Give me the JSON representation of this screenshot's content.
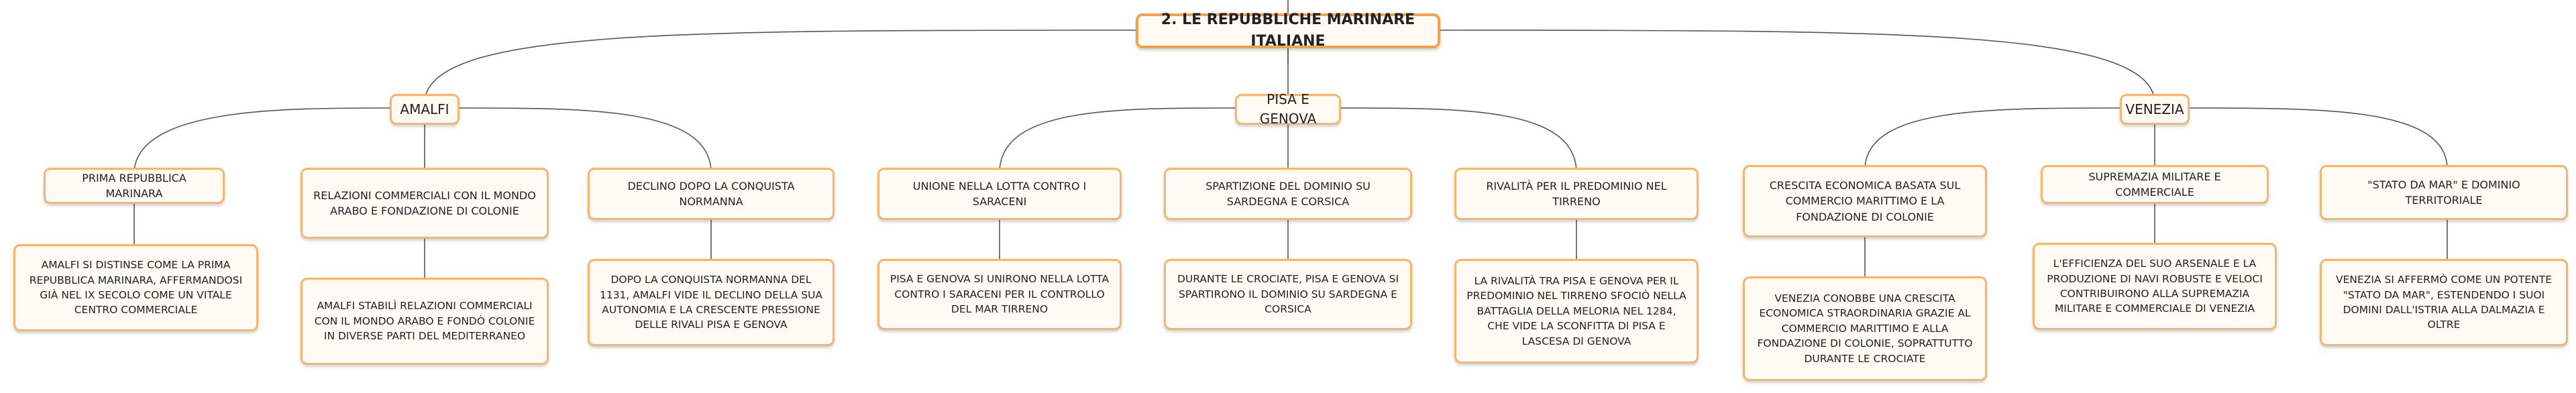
{
  "root": {
    "title": "2. LE REPUBBLICHE MARINARE ITALIANE"
  },
  "branches": [
    {
      "label": "AMALFI",
      "children": [
        {
          "title": "PRIMA REPUBBLICA MARINARA",
          "detail": "AMALFI SI DISTINSE COME LA PRIMA REPUBBLICA MARINARA, AFFERMANDOSI GIÀ NEL IX SECOLO COME UN VITALE CENTRO COMMERCIALE"
        },
        {
          "title": "RELAZIONI COMMERCIALI CON IL MONDO ARABO E FONDAZIONE DI COLONIE",
          "detail": "AMALFI STABILÌ RELAZIONI COMMERCIALI CON IL MONDO ARABO E FONDÒ COLONIE IN DIVERSE PARTI DEL MEDITERRANEO"
        },
        {
          "title": "DECLINO DOPO LA CONQUISTA NORMANNA",
          "detail": "DOPO LA CONQUISTA NORMANNA DEL 1131, AMALFI VIDE IL DECLINO DELLA SUA AUTONOMIA E LA CRESCENTE PRESSIONE DELLE RIVALI PISA E GENOVA"
        }
      ]
    },
    {
      "label": "PISA E GENOVA",
      "children": [
        {
          "title": "UNIONE NELLA LOTTA CONTRO I SARACENI",
          "detail": "PISA E GENOVA SI UNIRONO NELLA LOTTA CONTRO I SARACENI PER IL CONTROLLO DEL MAR TIRRENO"
        },
        {
          "title": "SPARTIZIONE DEL DOMINIO SU SARDEGNA E CORSICA",
          "detail": "DURANTE LE CROCIATE, PISA E GENOVA SI SPARTIRONO IL DOMINIO SU SARDEGNA E CORSICA"
        },
        {
          "title": "RIVALITÀ PER IL PREDOMINIO NEL TIRRENO",
          "detail": "LA RIVALITÀ TRA PISA E GENOVA PER IL PREDOMINIO NEL TIRRENO SFOCIÒ NELLA BATTAGLIA DELLA MELORIA NEL 1284, CHE VIDE LA SCONFITTA DI PISA E LASCESA DI GENOVA"
        }
      ]
    },
    {
      "label": "VENEZIA",
      "children": [
        {
          "title": "CRESCITA ECONOMICA BASATA SUL COMMERCIO MARITTIMO E LA FONDAZIONE DI COLONIE",
          "detail": "VENEZIA CONOBBE UNA CRESCITA ECONOMICA STRAORDINARIA GRAZIE AL COMMERCIO MARITTIMO E ALLA FONDAZIONE DI COLONIE, SOPRATTUTTO DURANTE LE CROCIATE"
        },
        {
          "title": "SUPREMAZIA MILITARE E COMMERCIALE",
          "detail": "L'EFFICIENZA DEL SUO ARSENALE E LA PRODUZIONE DI NAVI ROBUSTE E VELOCI CONTRIBUIRONO ALLA SUPREMAZIA MILITARE E COMMERCIALE DI VENEZIA"
        },
        {
          "title": "\"STATO DA MAR\" E DOMINIO TERRITORIALE",
          "detail": "VENEZIA SI AFFERMÒ COME UN POTENTE \"STATO DA MAR\", ESTENDENDO I SUOI DOMINI DALL'ISTRIA ALLA DALMAZIA E OLTRE"
        }
      ]
    }
  ]
}
